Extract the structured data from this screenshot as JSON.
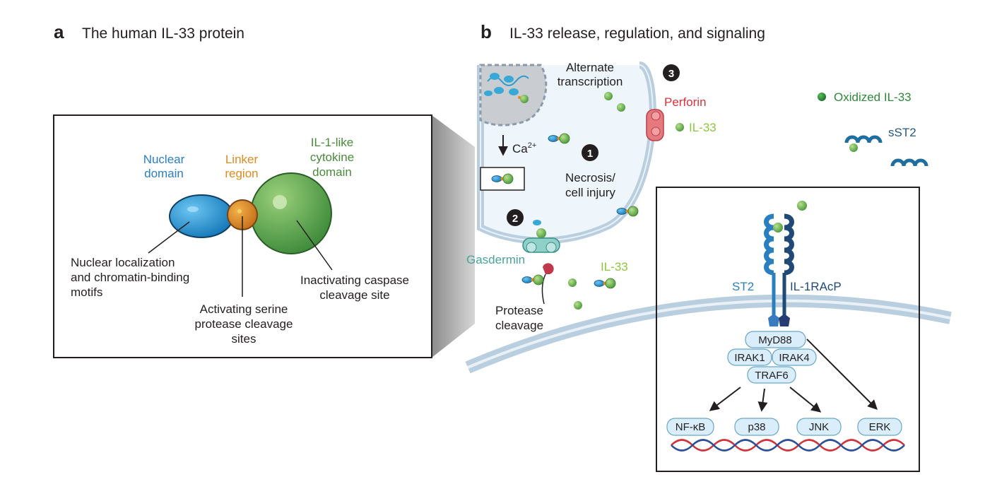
{
  "panel_a": {
    "letter": "a",
    "title": "The human IL-33 protein",
    "nuclear_domain": [
      "Nuclear",
      "domain"
    ],
    "linker_region": [
      "Linker",
      "region"
    ],
    "cytokine_domain": [
      "IL-1-like",
      "cytokine",
      "domain"
    ],
    "nls_label": [
      "Nuclear localization",
      "and chromatin-binding",
      "motifs"
    ],
    "serine_label": [
      "Activating serine",
      "protease cleavage",
      "sites"
    ],
    "caspase_label": [
      "Inactivating caspase",
      "cleavage site"
    ]
  },
  "panel_b": {
    "letter": "b",
    "title": "IL-33 release, regulation, and signaling",
    "alternate_transcription": [
      "Alternate",
      "transcription"
    ],
    "calcium": "Ca",
    "calcium_sup": "2+",
    "step1": "1",
    "step2": "2",
    "step3": "3",
    "necrosis": [
      "Necrosis/",
      "cell injury"
    ],
    "perforin": "Perforin",
    "il33_upper": "IL-33",
    "il33_lower": "IL-33",
    "gasdermin": "Gasdermin",
    "protease_cleavage": [
      "Protease",
      "cleavage"
    ],
    "oxidized_il33": "Oxidized IL-33",
    "sst2": "sST2",
    "st2": "ST2",
    "il1racp": "IL-1RAcP",
    "signaling": {
      "myd88": "MyD88",
      "irak1": "IRAK1",
      "irak4": "IRAK4",
      "traf6": "TRAF6",
      "outputs": [
        "NF-κB",
        "p38",
        "JNK",
        "ERK"
      ]
    }
  },
  "colors": {
    "nuclear_blue": "#2a7fc1",
    "linker_orange": "#e08a1e",
    "cytokine_green": "#4a8b3a",
    "il33_green": "#8dc63f",
    "perforin_red": "#e0303a",
    "gasdermin_teal": "#4aa39a",
    "receptor_blue": "#1f5a8a"
  }
}
